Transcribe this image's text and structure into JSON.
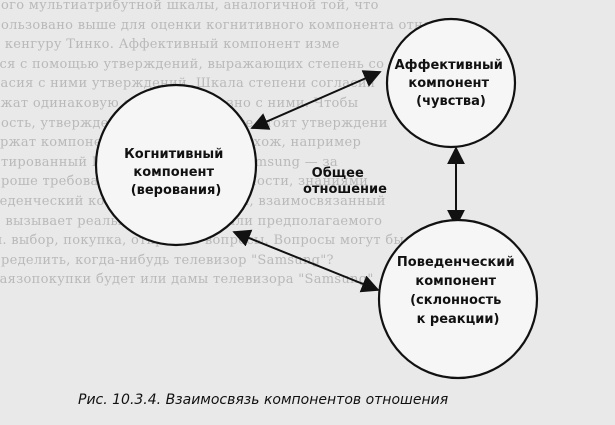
{
  "background_text": [
    "ного мультиатрибутной шкалы, аналогичной той, что",
    "пользовано выше для оценки когнитивного компонента отно",
    "к кенгуру Тинко. Аффективный компонент изме",
    "тся с помощью утверждений, выражающих степень со",
    "ласия с ними утверждений. Шкала степени согласия",
    "ржат одинаковую оценку сообразно с ними. Чтобы",
    "ность, утверждения согласно шкале стоят утверждени",
    "ержат компоненты Ж, ответ мне, похож, например",
    "нтированный Шнауцер \"Запрос\" - Samsung — за",
    "проше требования, Шнауцер, в сущности, знаниями",
    "веденческий компонент отношения, взаимосвязанный",
    "и вызывает реальное поведение или предполагаемого",
    "м. выбор, покупка, открытые вопросы. Вопросы могут бы",
    "пределить, когда-нибудь телевизор \"Samsung\"?",
    "ваязопокупки будет или дамы телевизора \"Samsung\""
  ],
  "diagram": {
    "nodes": {
      "affective": {
        "lines": [
          "Аффективный",
          "компонент",
          "(чувства)"
        ]
      },
      "cognitive": {
        "lines": [
          "Когнитивный",
          "компонент",
          "(верования)"
        ]
      },
      "behavioral": {
        "lines": [
          "Поведенческий",
          "компонент",
          "(склонность",
          "к реакции)"
        ]
      }
    },
    "center": {
      "lines": [
        "Общее",
        "отношение"
      ]
    },
    "edges": [
      {
        "from": "cognitive",
        "to": "affective",
        "type": "bidirectional"
      },
      {
        "from": "affective",
        "to": "behavioral",
        "type": "bidirectional"
      },
      {
        "from": "cognitive",
        "to": "behavioral",
        "type": "bidirectional"
      }
    ]
  },
  "caption": "Рис. 10.3.4. Взаимосвязь компонентов отношения"
}
